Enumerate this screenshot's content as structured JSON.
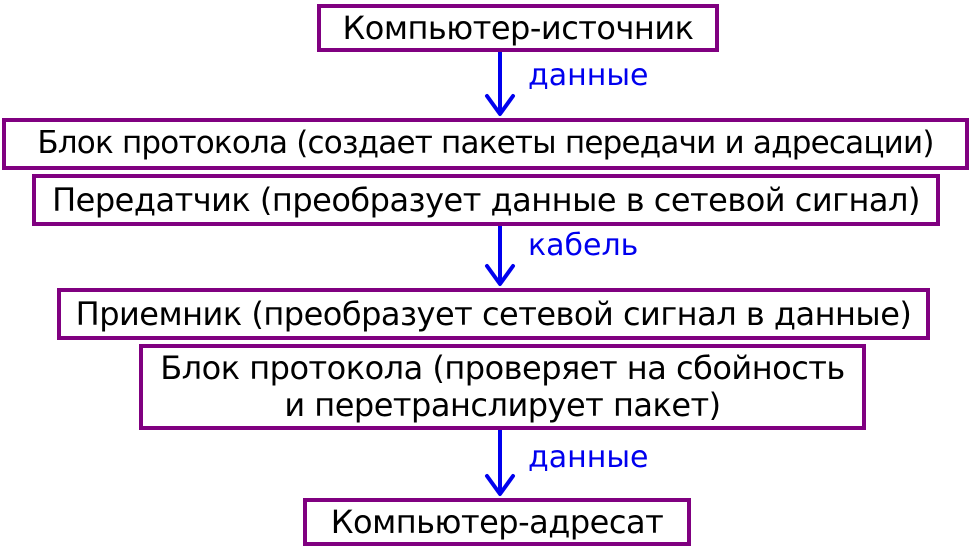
{
  "diagram": {
    "boxes": [
      {
        "lines": [
          "Компьютер-источник"
        ]
      },
      {
        "lines": [
          "Блок протокола (создает пакеты передачи и адресации)"
        ]
      },
      {
        "lines": [
          "Передатчик (преобразует данные в сетевой сигнал)"
        ]
      },
      {
        "lines": [
          "Приемник (преобразует сетевой сигнал в данные)"
        ]
      },
      {
        "lines": [
          "Блок протокола (проверяет на сбойность",
          "и перетранслирует пакет)"
        ]
      },
      {
        "lines": [
          "Компьютер-адресат"
        ]
      }
    ],
    "arrow_labels": [
      "данные",
      "кабель",
      "данные"
    ]
  },
  "colors": {
    "box_border": "#800080",
    "arrow": "#0000ee",
    "label": "#0000ee",
    "text": "#000000"
  }
}
